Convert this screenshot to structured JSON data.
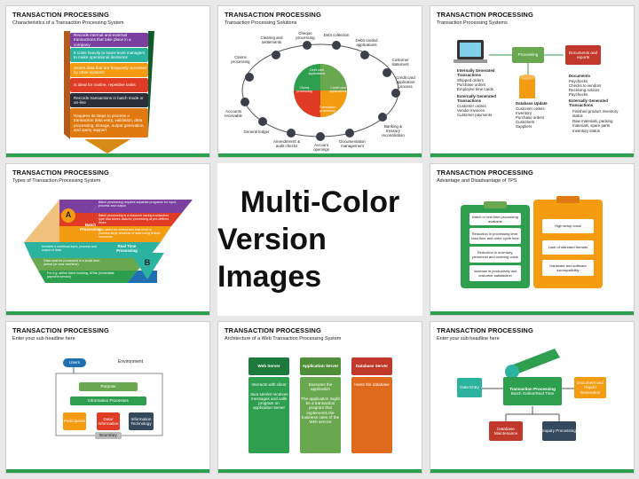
{
  "center": {
    "line1": "Multi-Color",
    "line2": "Version Images"
  },
  "tiles": [
    {
      "title": "TRANSACTION PROCESSING",
      "subtitle": "Characteristics of a Transaction Processing System",
      "items": [
        "Records internal and external transactions that take place in a company",
        "It costs heavily to lower-level managers to make operational decisions",
        "Stores data that are frequently accessed by other systems",
        "Is ideal for routine, repetitive tasks",
        "Records transactions in batch mode or on-line",
        "Requires its steps to process a transaction data entry, validation, data processing, storage, output generation, and query support"
      ]
    },
    {
      "title": "TRANSACTION PROCESSING",
      "subtitle": "Transaction Processing Solutions",
      "items": [
        "Cheque processing",
        "Debt collection",
        "Debit carded applications",
        "Customer statement",
        "Credit card application process",
        "Banking & treasury reconciliation",
        "Documentation management",
        "Account openings",
        "Amendments & audit checks",
        "General ledger",
        "Accounts receivable",
        "Claims processing",
        "Clearing and settlements"
      ],
      "inner": [
        "Debt card applications",
        "Credit card applications",
        "Transaction processing",
        "Claims processing"
      ]
    },
    {
      "title": "TRANSACTION PROCESSING",
      "subtitle": "Transaction Processing Systems",
      "processing": "Processing",
      "docs": "Documents and reports",
      "internal_h": "Internally Generated Transactions",
      "internal": [
        "Shipped orders",
        "Purchase orders",
        "Employee time cards"
      ],
      "external_h": "Externally Generated Transactions",
      "external": [
        "Customer orders",
        "Vendor invoices",
        "Customer payments"
      ],
      "db_h": "Database Update",
      "db": [
        "Customer orders",
        "Inventory",
        "Purchase orders",
        "Customers",
        "Suppliers"
      ],
      "docs_h": "Documents",
      "docs_list": [
        "Paychecks",
        "Checks to vendors",
        "Receiving notices",
        "Paychecks"
      ],
      "ext2_h": "Externally Generated Transactions",
      "ext2": [
        "Finished product inventory status",
        "Raw materials, packing materials, spare parts",
        "Inventory status"
      ]
    },
    {
      "title": "TRANSACTION PROCESSING",
      "subtitle": "Types of Transaction Processing System",
      "a": "A",
      "b": "B",
      "batch": "Batch Processing",
      "realtime": "Real Time Processing",
      "a_items": [
        "Batch processing requires separate programs for input, process and output",
        "Batch processing is a resource saving transaction type that stores data for processing at pre-defined times",
        "It is useful for enterprises that need to process large amounts of data using limited resources"
      ],
      "b_items": [
        "Involves a continual input, process and output of data",
        "Data must be processed in a small time-period (or near real time)",
        "For e.g. airline ticket booking, ATMs (immediate payment service)"
      ]
    },
    {
      "title": "TRANSACTION PROCESSING",
      "subtitle": "Advantage and Disadvantage of TPS",
      "adv": [
        "Batch or real time processing available",
        "Reduction in processing time, lead time and order cycle time",
        "Reduction in inventory, personnel and ordering costs",
        "Increase in productivity and customer satisfaction"
      ],
      "dis": [
        "High setup costs",
        "Lack of standard formats",
        "Hardware and software incompatibility"
      ]
    },
    {
      "title": "TRANSACTION PROCESSING",
      "subtitle": "Enter your sub headline here",
      "users": "Users",
      "environment": "Environment",
      "purpose": "Purpose",
      "info": "Information Processes",
      "participants": "Participants",
      "data": "Data/ Information",
      "tech": "Information Technology",
      "boundary": "Boundary"
    },
    {
      "title": "TRANSACTION PROCESSING",
      "subtitle": "Architecture of a Web Transaction Processing System",
      "cols": [
        {
          "head": "Web Server",
          "a": "Interacts with client",
          "b": "Java servlet receives messages and calls program on application server"
        },
        {
          "head": "Application Server",
          "a": "Executes the application",
          "b": "The application might be a transaction program that implements the business rules of the Web service"
        },
        {
          "head": "Database Server",
          "a": "Hosts the database",
          "b": ""
        }
      ],
      "colors": {
        "web": "#2e9e4f",
        "app": "#6aa84f",
        "db": "#e06a1c"
      }
    },
    {
      "title": "TRANSACTION PROCESSING",
      "subtitle": "Enter your sub headline here",
      "entry": "Data Entry",
      "tp": "Transaction Processing",
      "tp_sub": "Batch Online/Real Time",
      "docgen": "Document and Report Generation",
      "dbm": "Database Maintenance",
      "inq": "Inquiry Processing"
    }
  ],
  "colors": {
    "green": "#2e9e4f",
    "teal": "#2bb3a0",
    "orange": "#f39c12",
    "red": "#e03b24",
    "purple": "#7b3fa0",
    "blue": "#1f6fb2",
    "navy": "#34495e",
    "lime": "#8bc34a"
  }
}
